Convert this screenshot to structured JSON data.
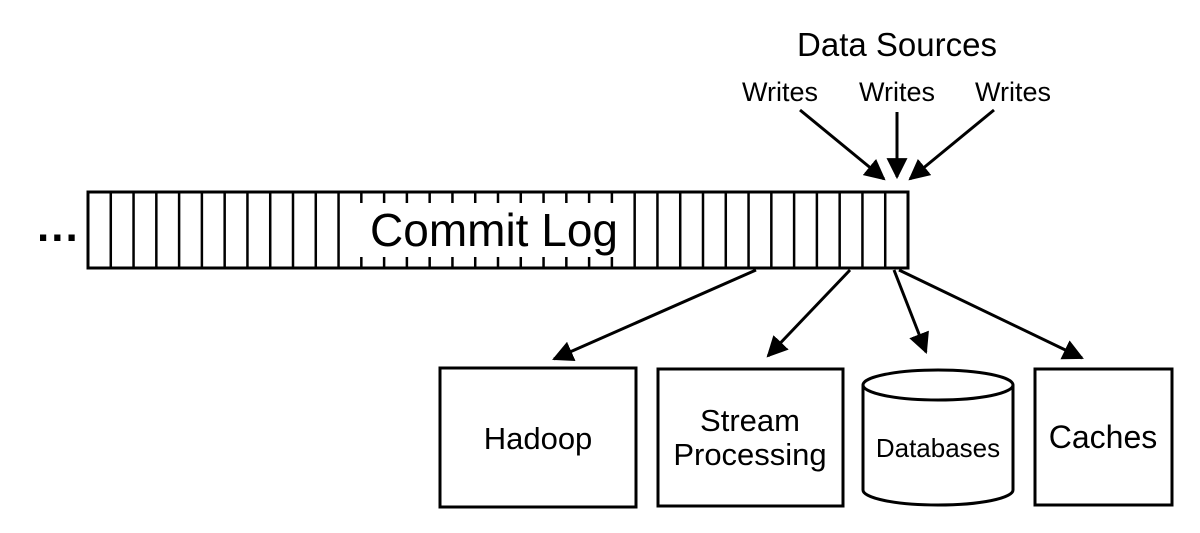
{
  "diagram": {
    "background": "#ffffff",
    "stroke_color": "#000000",
    "data_sources": {
      "title": "Data Sources",
      "writes": [
        "Writes",
        "Writes",
        "Writes"
      ]
    },
    "commit_log": {
      "label": "Commit Log",
      "ellipsis": "...",
      "segments_total": 36,
      "dashed_from": 12,
      "dashed_to": 23
    },
    "consumers": [
      {
        "label": "Hadoop",
        "shape": "rect"
      },
      {
        "label": "Stream Processing",
        "lines": [
          "Stream",
          "Processing"
        ],
        "shape": "rect"
      },
      {
        "label": "Databases",
        "shape": "cylinder"
      },
      {
        "label": "Caches",
        "shape": "rect"
      }
    ]
  }
}
